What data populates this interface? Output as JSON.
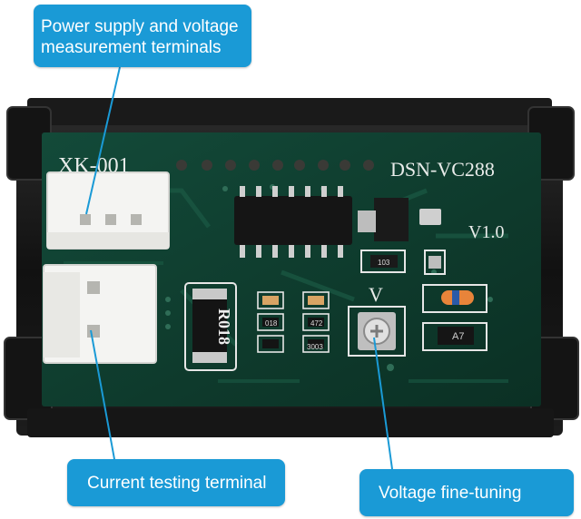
{
  "callouts": {
    "power_supply": {
      "line1": "Power supply and voltage",
      "line2": "measurement terminals"
    },
    "current_testing": "Current testing terminal",
    "voltage_tuning": "Voltage fine-tuning"
  },
  "board": {
    "model_label": "XK-001",
    "part_label": "DSN-VC288",
    "version_label": "V1.0",
    "pot_label": "V",
    "resistor_code": "R018",
    "smd_codes": [
      "103",
      "018",
      "472",
      "3003",
      "A7"
    ]
  },
  "colors": {
    "callout_blue": "#1a9ad6",
    "pcb_green": "#0f3a2d",
    "case_black": "#111111",
    "connector_white": "#f4f4f2"
  }
}
